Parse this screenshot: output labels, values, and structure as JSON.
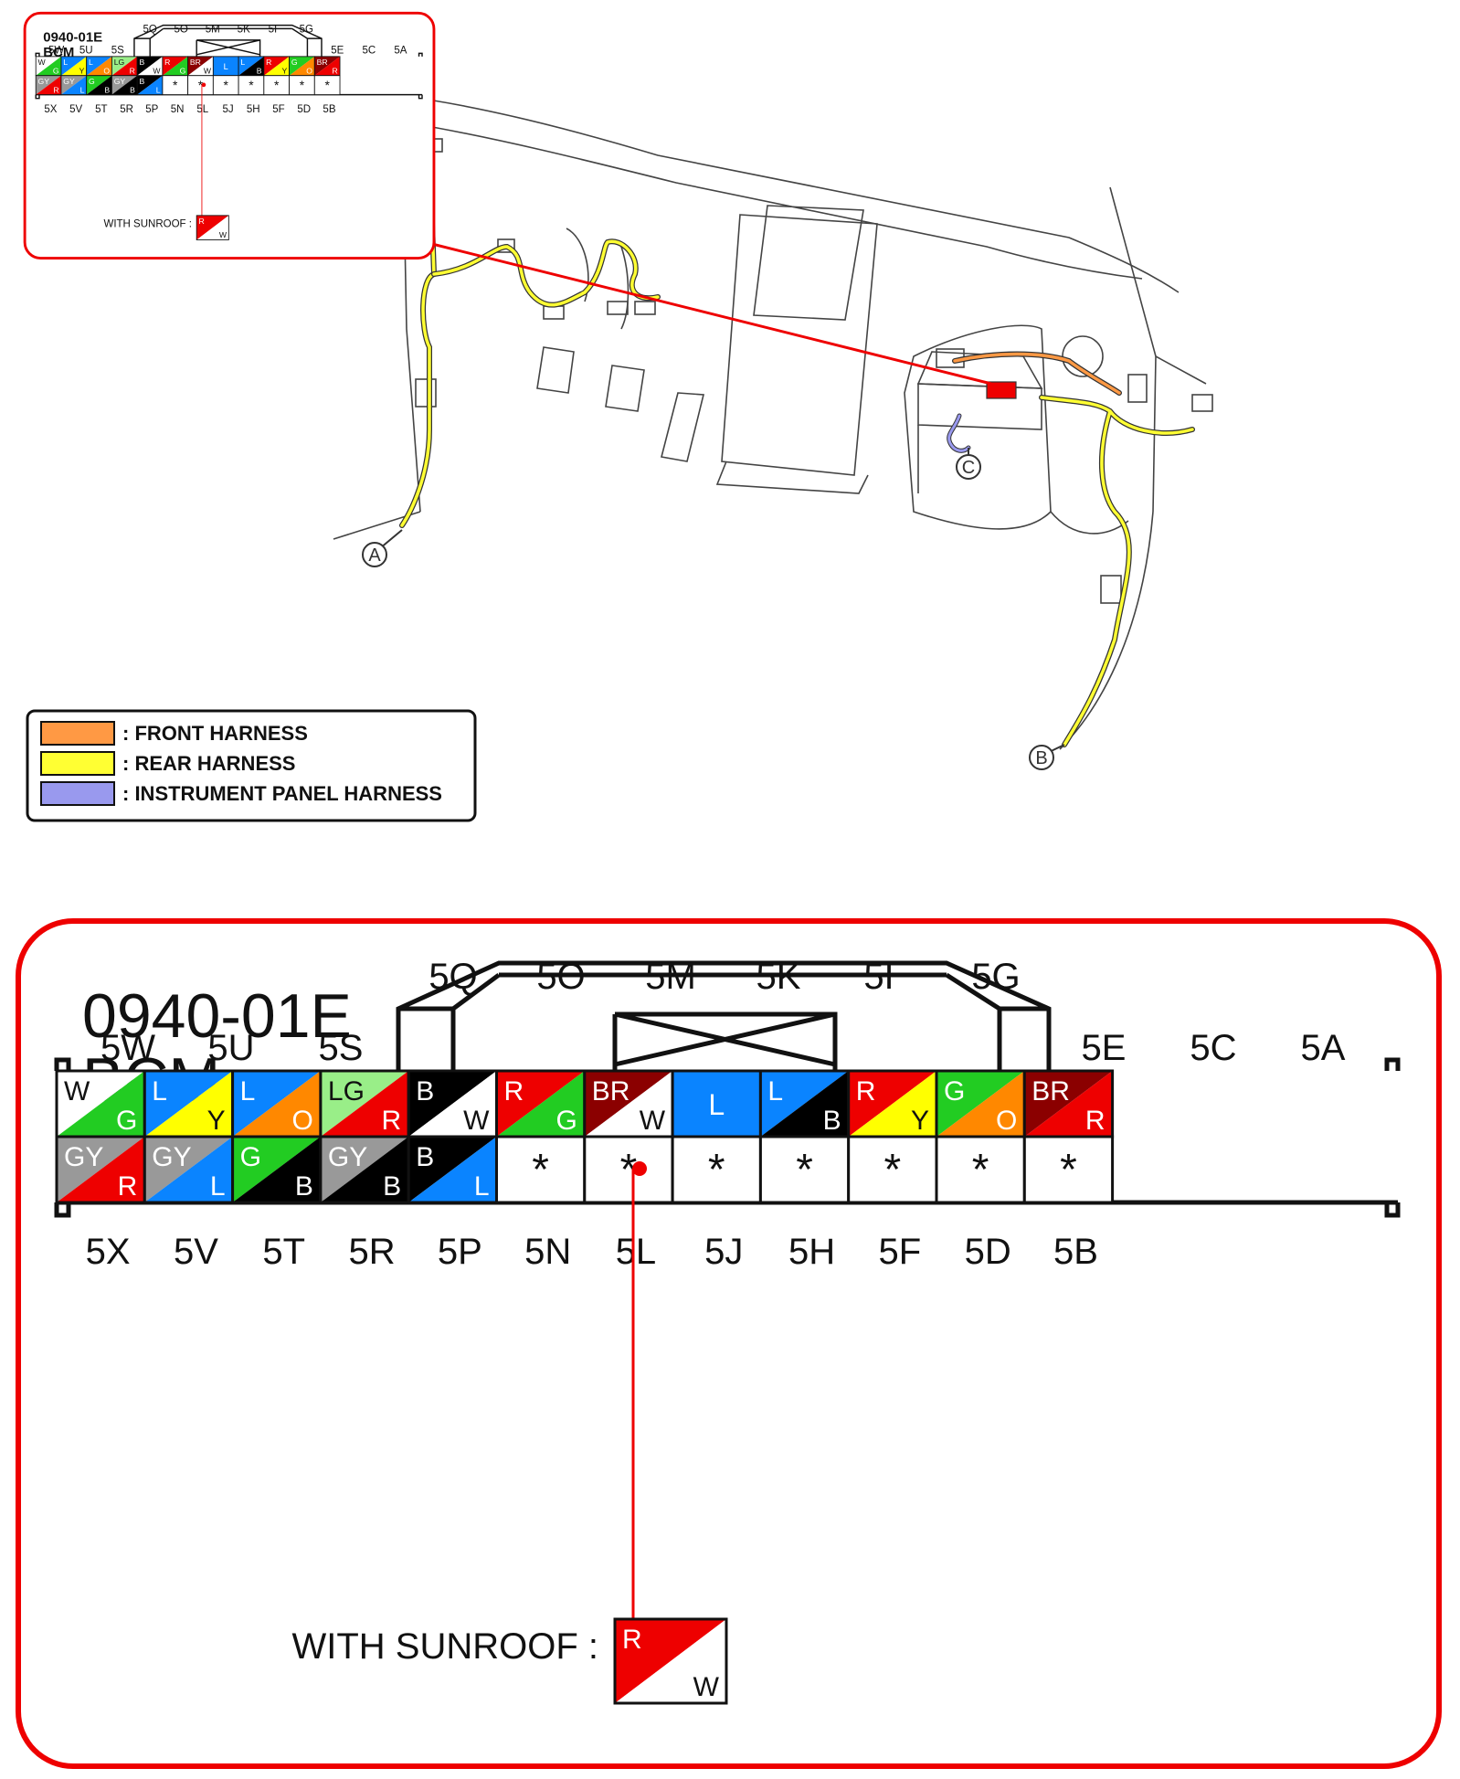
{
  "colors": {
    "W": "#ffffff",
    "G": "#22cc22",
    "L": "#0a84ff",
    "Y": "#ffff00",
    "O": "#ff8800",
    "LG": "#99ee88",
    "R": "#ee0000",
    "B": "#000000",
    "BR": "#8b0000",
    "GY": "#999999",
    "frame": "#ee0000",
    "front_harness": "#ff9944",
    "rear_harness": "#ffff33",
    "instrument_panel_harness": "#9999ee"
  },
  "connector": {
    "code": "0940-01E",
    "name": "BCM",
    "top_labels": [
      "5Q",
      "5O",
      "5M",
      "5K",
      "5I",
      "5G"
    ],
    "upper_left_labels": [
      "5W",
      "5U",
      "5S"
    ],
    "upper_right_labels": [
      "5E",
      "5C",
      "5A"
    ],
    "bottom_labels": [
      "5X",
      "5V",
      "5T",
      "5R",
      "5P",
      "5N",
      "5L",
      "5J",
      "5H",
      "5F",
      "5D",
      "5B"
    ],
    "upper_row": [
      {
        "pin": "5W",
        "a": "W",
        "b": "G"
      },
      {
        "pin": "5U",
        "a": "L",
        "b": "Y"
      },
      {
        "pin": "5S",
        "a": "L",
        "b": "O"
      },
      {
        "pin": "5Q",
        "a": "LG",
        "b": "R"
      },
      {
        "pin": "5O",
        "a": "B",
        "b": "W"
      },
      {
        "pin": "5M",
        "a": "R",
        "b": "G"
      },
      {
        "pin": "5K",
        "a": "BR",
        "b": "W"
      },
      {
        "pin": "5I",
        "a": "L",
        "b": ""
      },
      {
        "pin": "5G",
        "a": "L",
        "b": "B"
      },
      {
        "pin": "5E",
        "a": "R",
        "b": "Y"
      },
      {
        "pin": "5C",
        "a": "G",
        "b": "O"
      },
      {
        "pin": "5A",
        "a": "BR",
        "b": "R"
      }
    ],
    "lower_row": [
      {
        "pin": "5X",
        "a": "GY",
        "b": "R"
      },
      {
        "pin": "5V",
        "a": "GY",
        "b": "L"
      },
      {
        "pin": "5T",
        "a": "G",
        "b": "B"
      },
      {
        "pin": "5R",
        "a": "GY",
        "b": "B"
      },
      {
        "pin": "5P",
        "a": "B",
        "b": "L"
      },
      {
        "pin": "5N",
        "a": "*",
        "b": ""
      },
      {
        "pin": "5L",
        "a": "*",
        "b": ""
      },
      {
        "pin": "5J",
        "a": "*",
        "b": ""
      },
      {
        "pin": "5H",
        "a": "*",
        "b": ""
      },
      {
        "pin": "5F",
        "a": "*",
        "b": ""
      },
      {
        "pin": "5D",
        "a": "*",
        "b": ""
      },
      {
        "pin": "5B",
        "a": "*",
        "b": ""
      }
    ],
    "sunroof": {
      "label": "WITH SUNROOF :",
      "a": "R",
      "b": "W"
    }
  },
  "legend": [
    {
      "label": ": FRONT HARNESS",
      "color_key": "front_harness"
    },
    {
      "label": ": REAR HARNESS",
      "color_key": "rear_harness"
    },
    {
      "label": ": INSTRUMENT PANEL HARNESS",
      "color_key": "instrument_panel_harness"
    }
  ],
  "markers": [
    "A",
    "B",
    "C"
  ]
}
